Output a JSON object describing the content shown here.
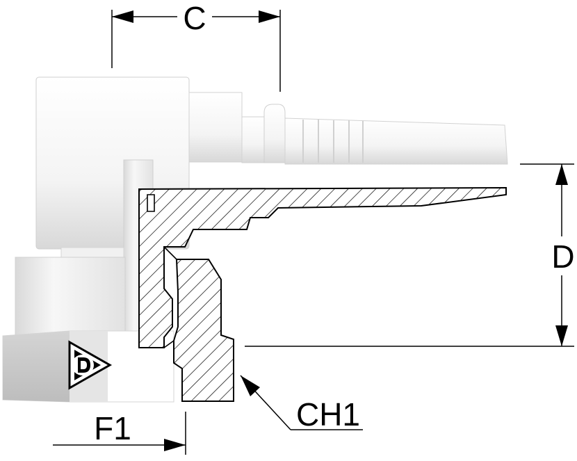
{
  "dimensions": {
    "c_label": "C",
    "d_label": "D",
    "f1_label": "F1",
    "ch1_label": "CH1"
  },
  "logo_text": "D",
  "colors": {
    "line": "#000000",
    "body_light": "#f7f7f7",
    "body_mid": "#e6e6e6",
    "body_dark": "#b9b9b9",
    "nut_face": "#c9c9c9",
    "nut_front": "#dcdcdc"
  }
}
